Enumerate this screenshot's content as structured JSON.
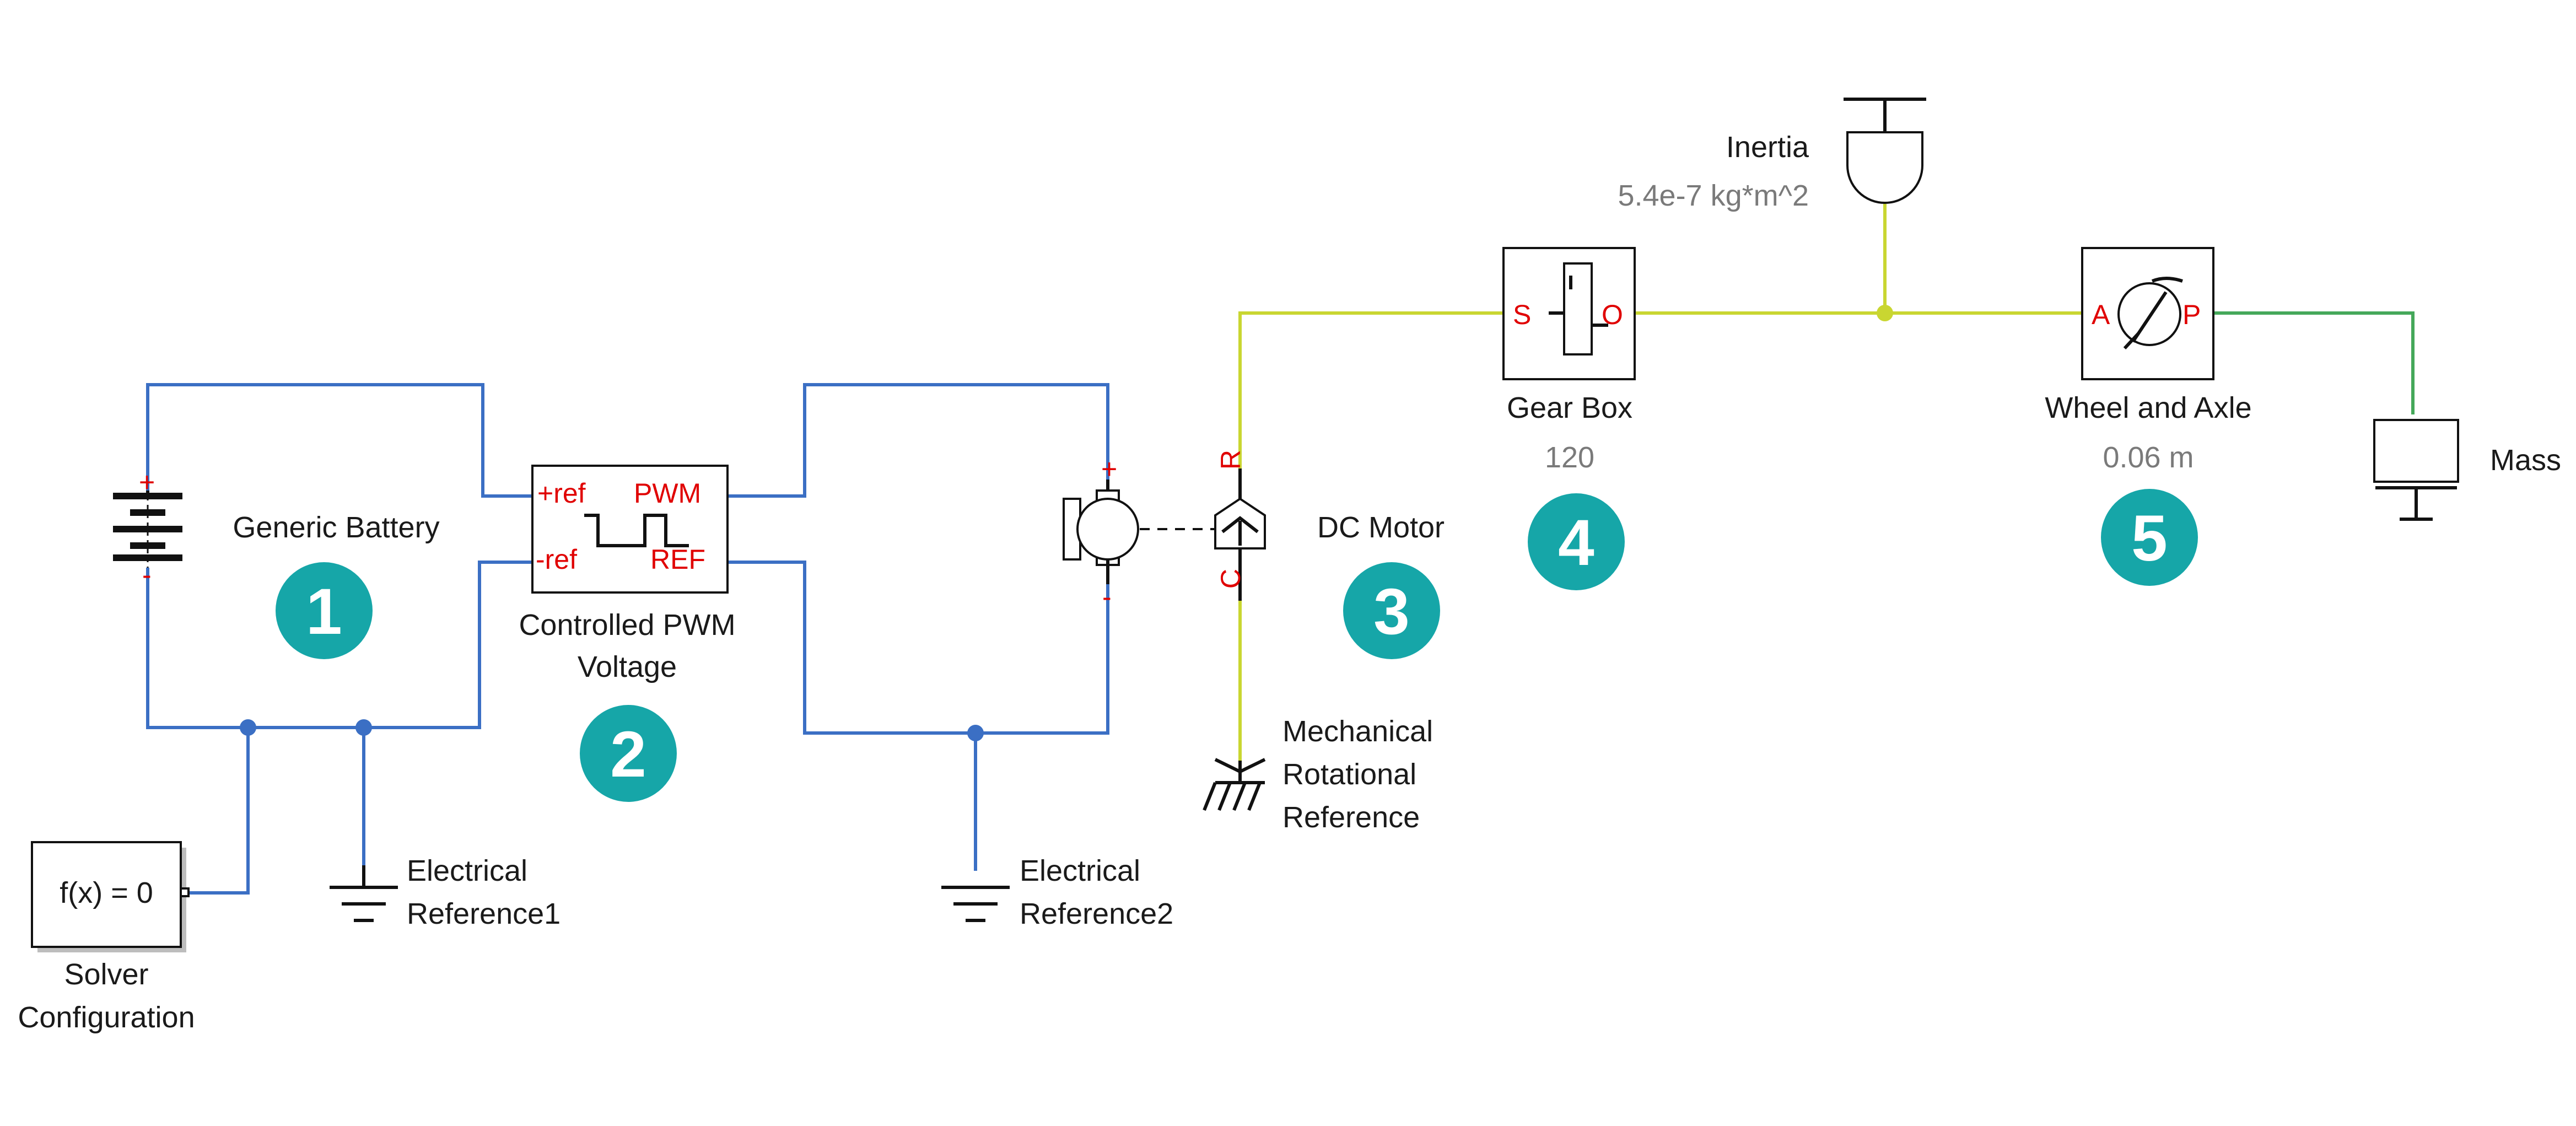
{
  "colors": {
    "electrical_wire": "#3b6fc4",
    "mechanical_wire": "#c9d631",
    "translational_wire": "#45a85a",
    "port_label": "#e00000",
    "step_badge": "#16a6a8"
  },
  "blocks": {
    "battery": {
      "label": "Generic Battery",
      "port_pos": "+",
      "port_neg": "-"
    },
    "pwm": {
      "label_line1": "Controlled PWM",
      "label_line2": "Voltage",
      "port_ref_pos": "+ref",
      "port_ref_neg": "-ref",
      "port_pwm": "PWM",
      "port_REF": "REF"
    },
    "motor": {
      "label": "DC Motor",
      "port_pos": "+",
      "port_neg": "-",
      "port_R": "R",
      "port_C": "C"
    },
    "gearbox": {
      "label": "Gear Box",
      "param": "120",
      "port_S": "S",
      "port_O": "O"
    },
    "inertia": {
      "label": "Inertia",
      "param": "5.4e-7 kg*m^2"
    },
    "wheel": {
      "label": "Wheel and Axle",
      "param": "0.06 m",
      "port_A": "A",
      "port_P": "P"
    },
    "mass": {
      "label": "Mass"
    },
    "mech_ref": {
      "line1": "Mechanical",
      "line2": "Rotational",
      "line3": "Reference"
    },
    "elec_ref1": {
      "line1": "Electrical",
      "line2": "Reference1"
    },
    "elec_ref2": {
      "line1": "Electrical",
      "line2": "Reference2"
    },
    "solver": {
      "text": "f(x) = 0",
      "line1": "Solver",
      "line2": "Configuration"
    }
  },
  "steps": [
    "1",
    "2",
    "3",
    "4",
    "5"
  ]
}
